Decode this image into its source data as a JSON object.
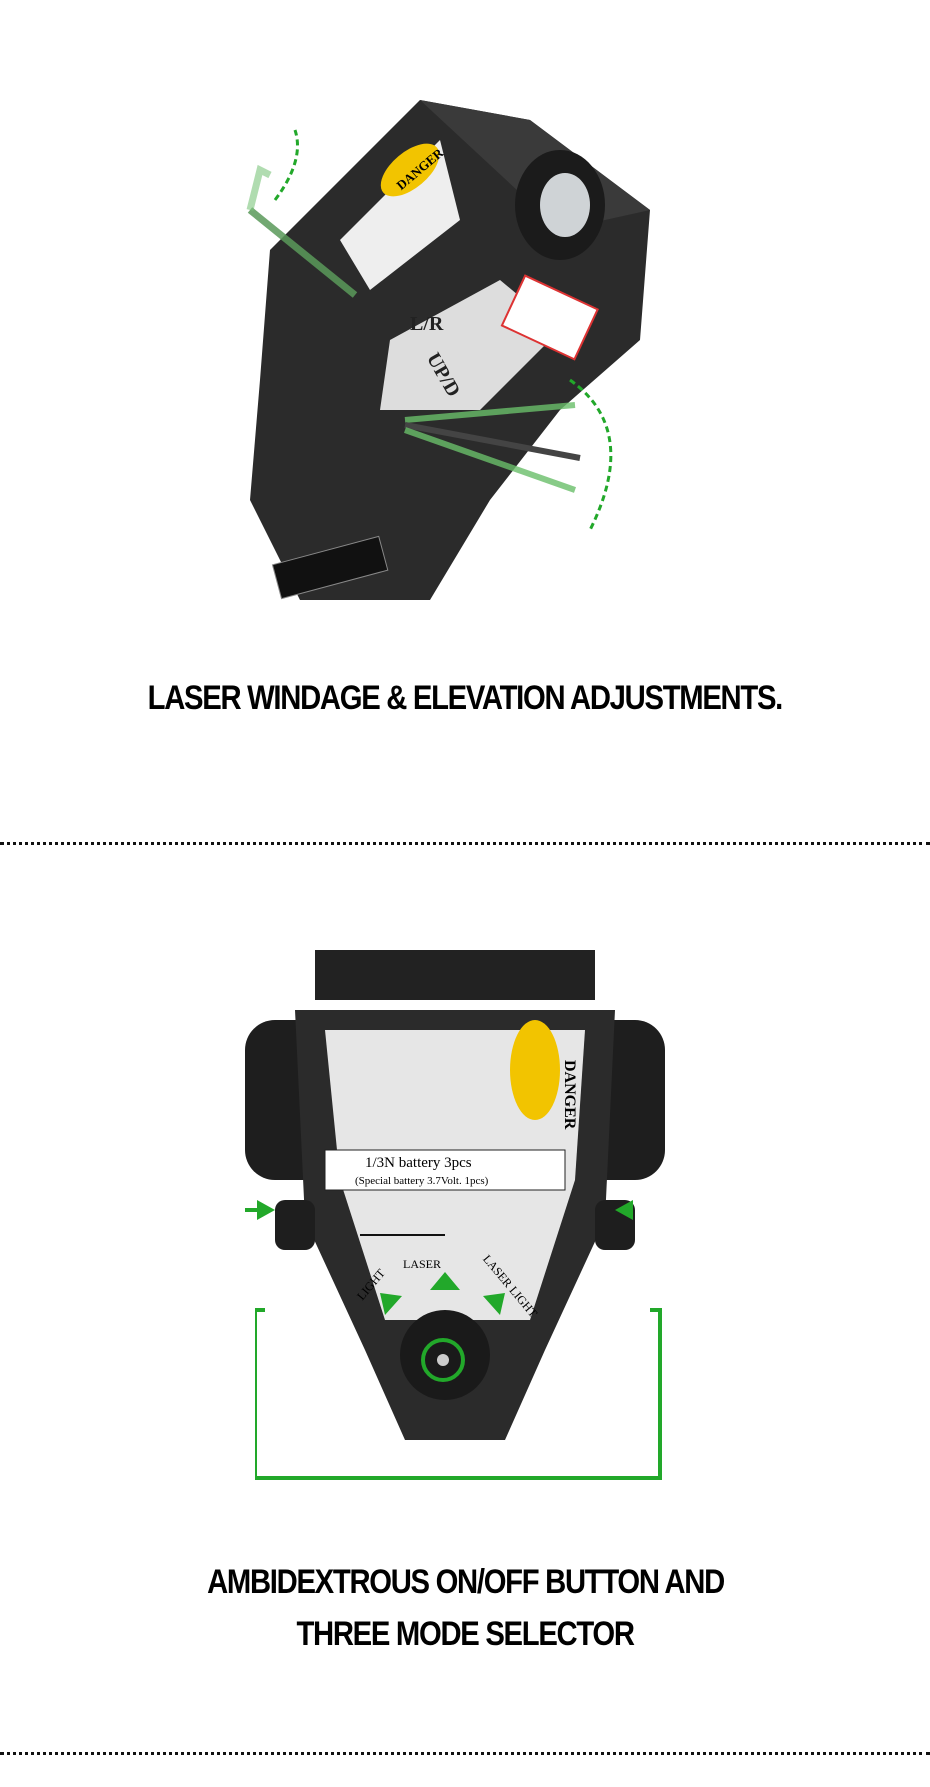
{
  "sections": [
    {
      "caption": "LASER WINDAGE & ELEVATION ADJUSTMENTS.",
      "photo_labels": {
        "danger": "DANGER",
        "lr": "L/R",
        "ud": "UP/D"
      }
    },
    {
      "caption_lines": [
        "AMBIDEXTROUS ON/OFF BUTTON AND",
        "THREE MODE SELECTOR"
      ],
      "photo_labels": {
        "danger": "DANGER",
        "battery": "1/3N battery 3pcs",
        "battery_note": "(Special battery 3.7Volt. 1pcs)",
        "mode_light": "LIGHT",
        "mode_laser": "LASER",
        "mode_laser_light": "LASER LIGHT"
      }
    }
  ],
  "colors": {
    "accent_green": "#22a82a",
    "device_body": "#2a2a2a"
  }
}
